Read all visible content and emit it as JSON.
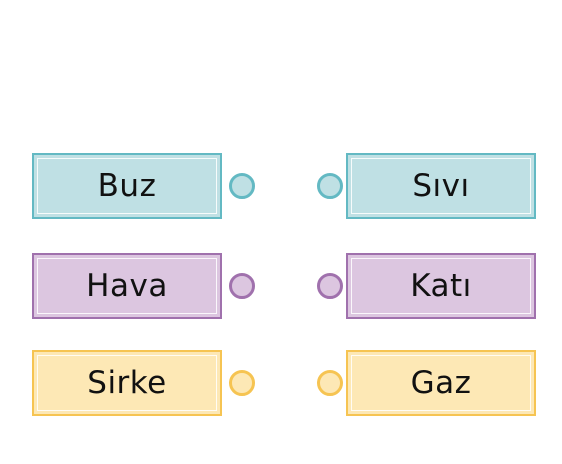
{
  "colors": {
    "teal_fill": "#bfe0e4",
    "teal_border": "#63b9c3",
    "purple_fill": "#dcc6e0",
    "purple_border": "#a071ad",
    "yellow_fill": "#fde8b5",
    "yellow_border": "#f6c452"
  },
  "pairs": [
    {
      "left": "Buz",
      "right": "Sıvı",
      "color": "teal"
    },
    {
      "left": "Hava",
      "right": "Katı",
      "color": "purple"
    },
    {
      "left": "Sirke",
      "right": "Gaz",
      "color": "yellow"
    }
  ]
}
